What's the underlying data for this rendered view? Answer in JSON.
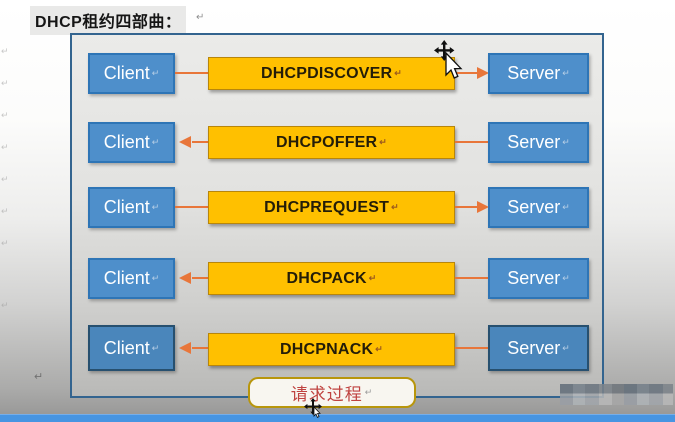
{
  "title": {
    "text": "DHCP租约四部曲："
  },
  "marks": {
    "return_mark": "↵"
  },
  "diagram": {
    "rows": [
      {
        "left": "Client",
        "message": "DHCPDISCOVER",
        "right": "Server",
        "direction": "client-to-server"
      },
      {
        "left": "Client",
        "message": "DHCPOFFER",
        "right": "Server",
        "direction": "server-to-client"
      },
      {
        "left": "Client",
        "message": "DHCPREQUEST",
        "right": "Server",
        "direction": "client-to-server"
      },
      {
        "left": "Client",
        "message": "DHCPACK",
        "right": "Server",
        "direction": "server-to-client"
      },
      {
        "left": "Client",
        "message": "DHCPNACK",
        "right": "Server",
        "direction": "server-to-client"
      }
    ],
    "footer_label": "请求过程"
  },
  "colors": {
    "node_fill": "#4e8fcb",
    "node_border": "#2e75b6",
    "message_fill": "#ffc000",
    "message_border": "#b8860b",
    "arrow": "#e8763a",
    "container_border": "#33648f",
    "footer_label_text": "#bf4340",
    "bottom_bar": "#4795e2"
  }
}
